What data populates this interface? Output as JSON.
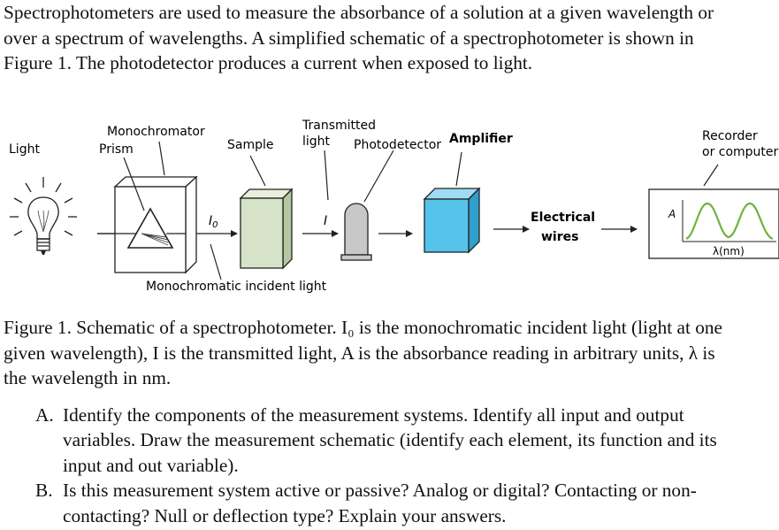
{
  "intro_lines": [
    "Spectrophotometers are used to measure the absorbance of a solution at a given wavelength or",
    "over a spectrum of wavelengths.   A simplified schematic of a spectrophotometer is shown in",
    "Figure 1.   The photodetector produces a current when exposed to light."
  ],
  "diagram": {
    "labels": {
      "light": "Light",
      "monochromator": "Monochromator",
      "prism": "Prism",
      "sample": "Sample",
      "transmitted_1": "Transmitted",
      "transmitted_2": "light",
      "photodetector": "Photodetector",
      "amplifier": "Amplifier",
      "recorder_1": "Recorder",
      "recorder_2": "or computer",
      "electrical_1": "Electrical",
      "electrical_2": "wires",
      "i0_main": "I",
      "i0_sub": "0",
      "i": "I",
      "incident": "Monochromatic incident light",
      "axis_a": "A",
      "axis_lambda": "λ(nm)"
    },
    "colors": {
      "sample_front": "#d6e3c8",
      "sample_top": "#e8efdd",
      "sample_side": "#b4c7a0",
      "amp_front": "#56c4ea",
      "amp_top": "#9fdcf4",
      "amp_side": "#2f9fcc",
      "photodetector": "#c8c8c8",
      "spectrum": "#6db33f"
    }
  },
  "caption_lines": [
    "Figure 1. Schematic of a spectrophotometer.  I₀ is the monochromatic incident light (light at one",
    "given wavelength), I is the transmitted light, A is the absorbance reading in arbitrary units, λ is",
    "the wavelength in nm."
  ],
  "questions": [
    {
      "marker": "A.",
      "lines": [
        "Identify the components of the measurement systems.  Identify all input and output",
        "variables.  Draw the measurement schematic (identify each element, its function and its",
        "input and out variable)."
      ]
    },
    {
      "marker": "B.",
      "lines": [
        "Is this measurement system active or passive?  Analog or digital?  Contacting or non-",
        "contacting?  Null or deflection type?  Explain your answers."
      ]
    }
  ]
}
